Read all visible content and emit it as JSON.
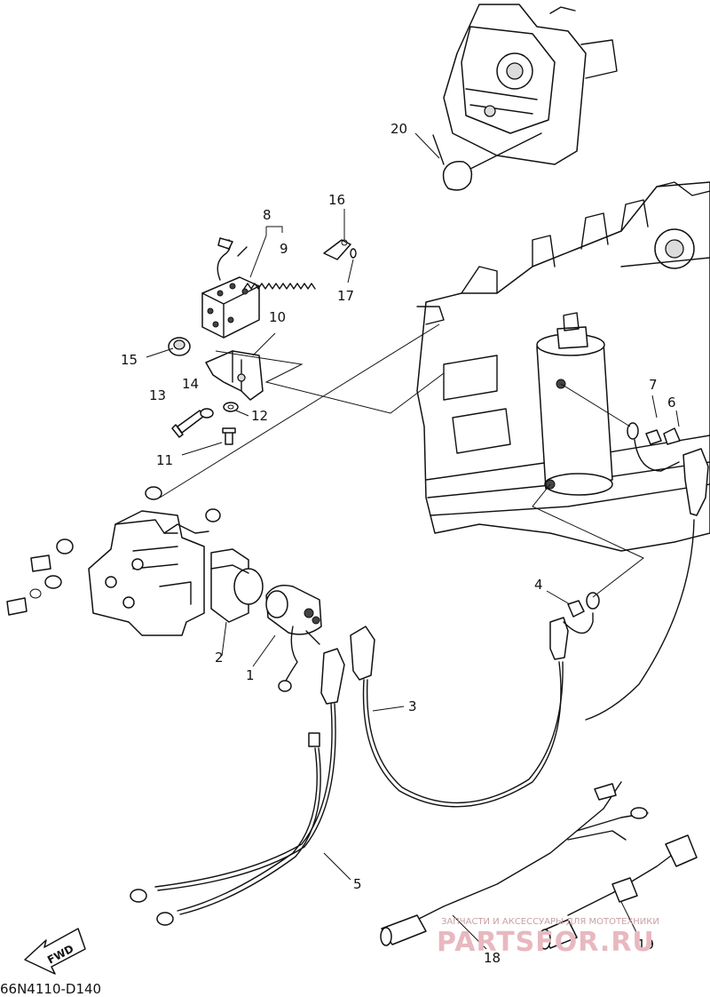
{
  "diagram_ref": "66N4110-D140",
  "fwd_label": "FWD",
  "watermark": {
    "top": "ЗАПЧАСТИ И АКСЕССУАРЫ ДЛЯ МОТОТЕХНИКИ",
    "brand": "PARTSFOR.RU"
  },
  "callouts": [
    "1",
    "2",
    "3",
    "4",
    "5",
    "6",
    "7",
    "8",
    "9",
    "10",
    "11",
    "12",
    "13",
    "14",
    "15",
    "16",
    "17",
    "18",
    "19",
    "20"
  ]
}
